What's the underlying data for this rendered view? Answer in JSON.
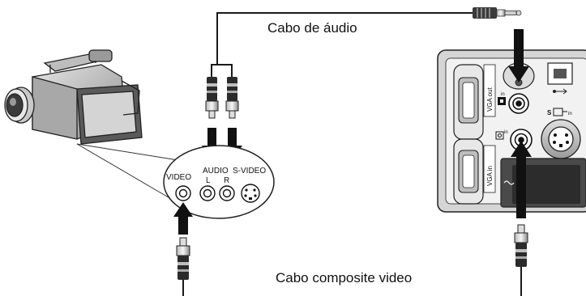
{
  "labels": {
    "audio_cable": "Cabo de áudio",
    "video_cable": "Cabo composite video"
  },
  "camcorder_ports": {
    "video": "VIDEO",
    "audio": "AUDIO",
    "left": "L",
    "right": "R",
    "svideo": "S-VIDEO"
  },
  "projector_ports": {
    "vga_out": "VGA out",
    "vga_in": "VGA in",
    "audio_in": "in",
    "video_in": "in",
    "svideo_in": "in"
  },
  "colors": {
    "line": "#1a1a1a",
    "panel": "#f2f2f2",
    "body": "#c9c9c9",
    "dark": "#2b2b2b"
  }
}
